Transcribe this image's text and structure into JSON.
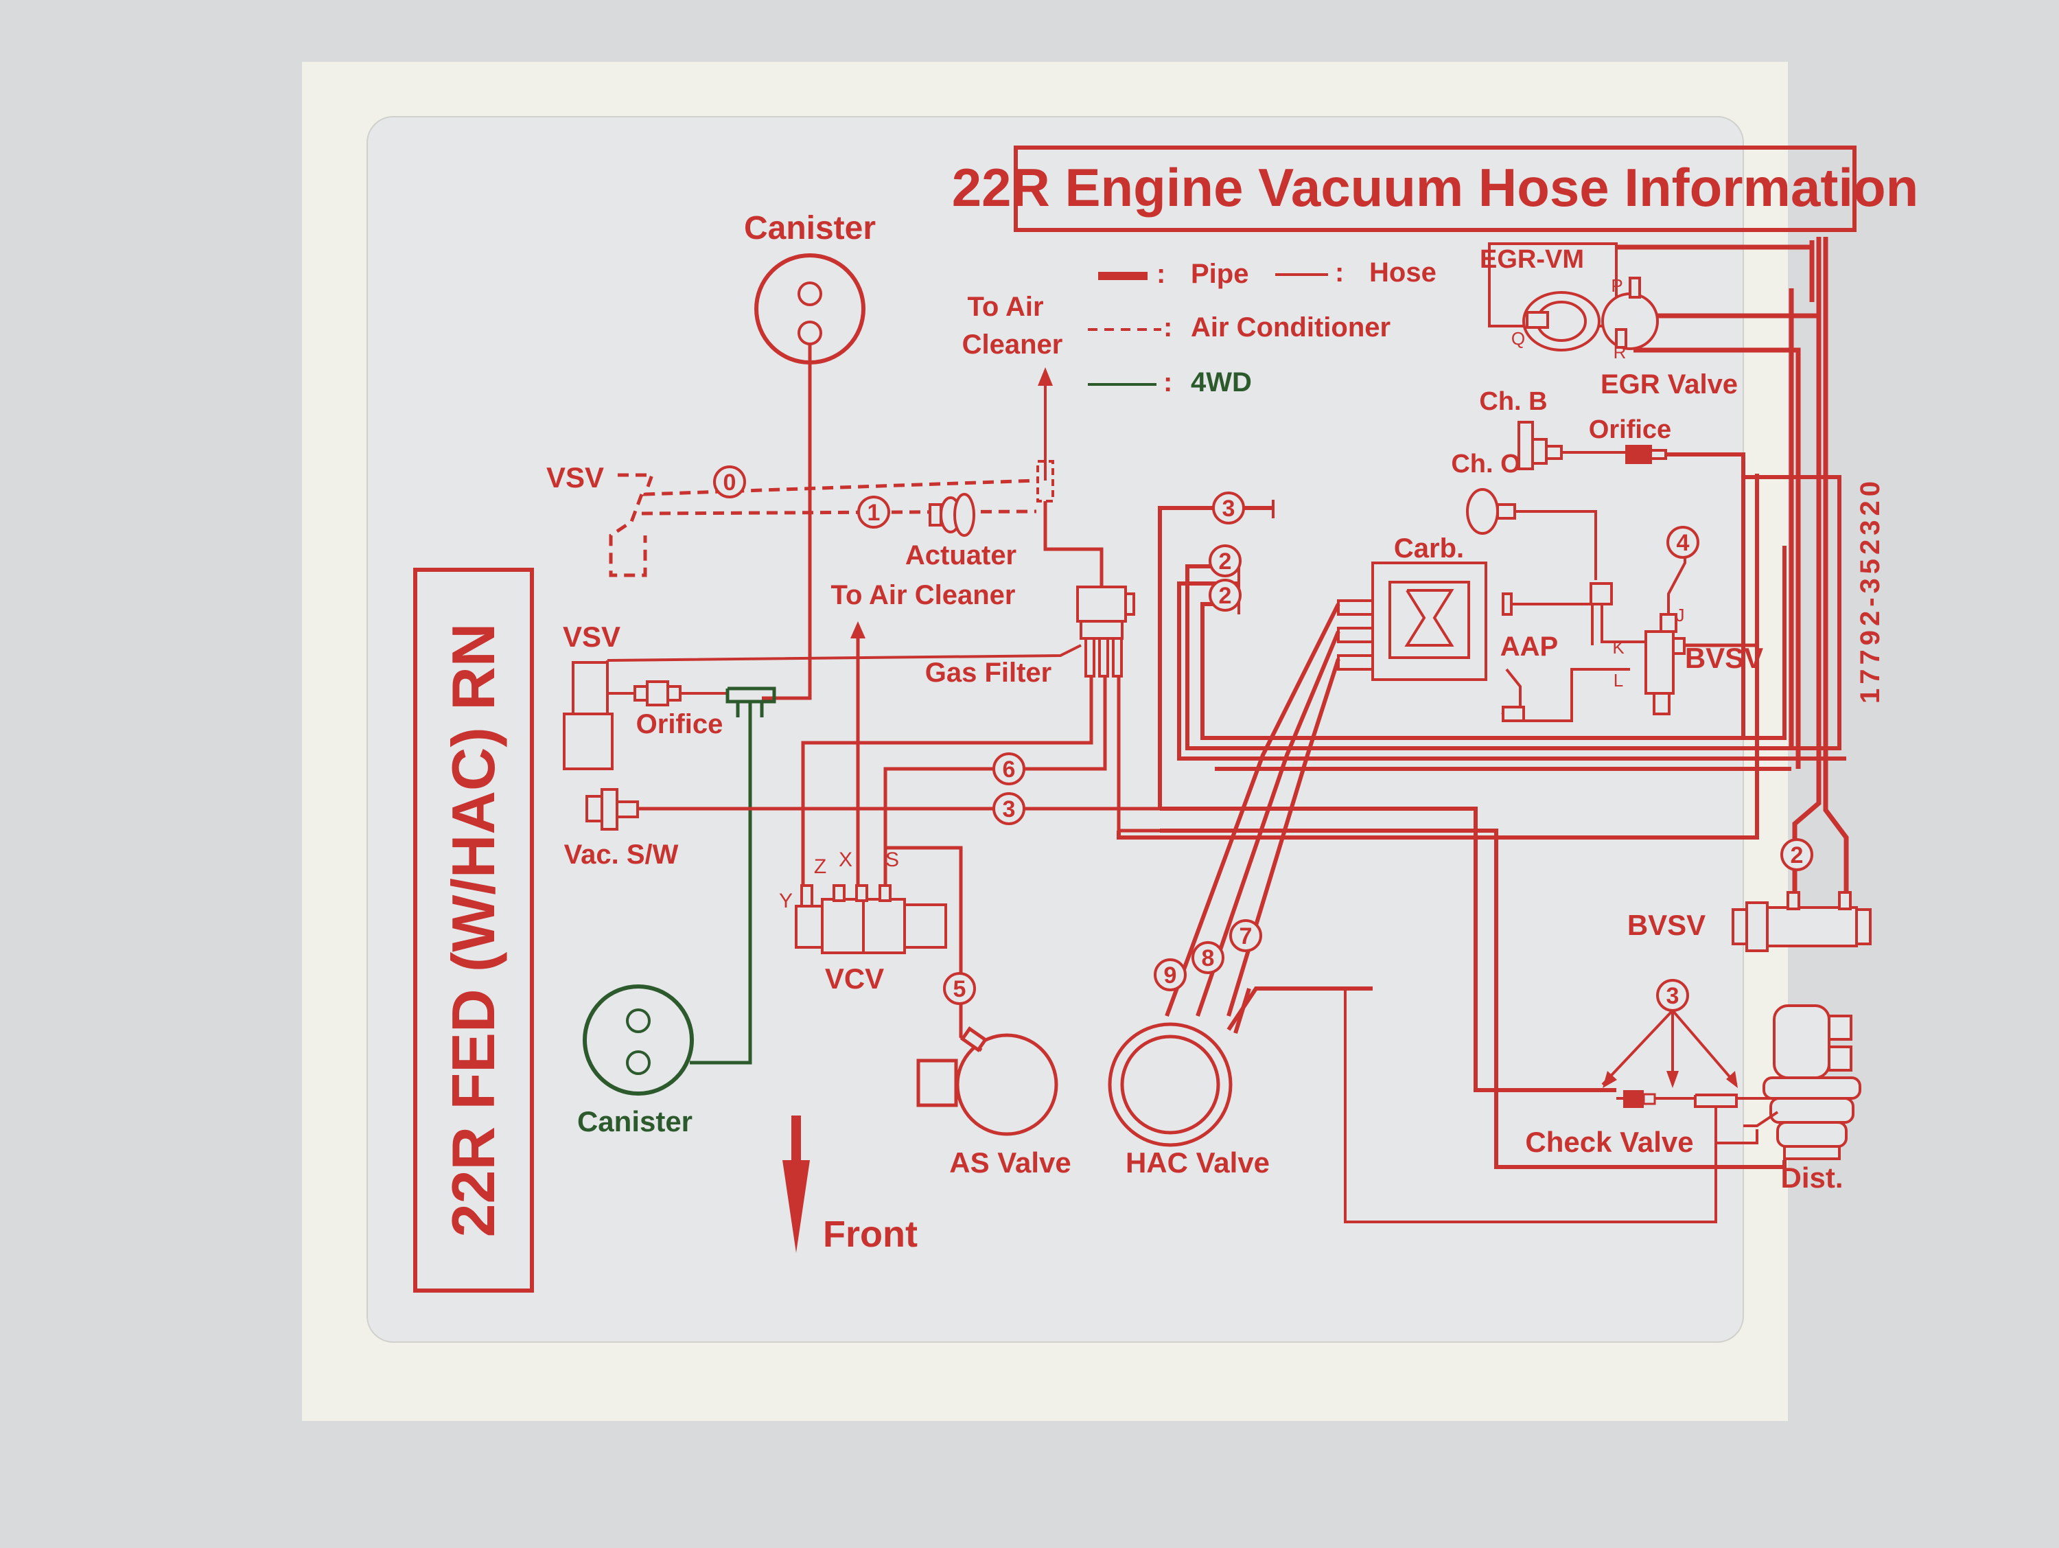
{
  "title": "22R Engine  Vacuum Hose Information",
  "side_title": "22R FED (W/HAC) RN",
  "part_number": "17792-352320",
  "colors": {
    "red": "#c8322f",
    "green": "#2c5a2c",
    "card": "#e6e7e9",
    "backing": "#f1f1ea",
    "background": "#d9dadc"
  },
  "legend": {
    "pipe": "Pipe",
    "hose": "Hose",
    "air_conditioner": "Air Conditioner",
    "fourwd": "4WD",
    "sep": ":"
  },
  "labels": {
    "canister_top": "Canister",
    "canister_bottom": "Canister",
    "to_air_cleaner_top_1": "To  Air",
    "to_air_cleaner_top_2": "Cleaner",
    "vsv_top": "VSV",
    "vsv_mid": "VSV",
    "actuater": "Actuater",
    "to_air_cleaner_mid": "To Air Cleaner",
    "gas_filter": "Gas Filter",
    "orifice_left": "Orifice",
    "vac_sw": "Vac. S/W",
    "vcv": "VCV",
    "as_valve": "AS Valve",
    "hac_valve": "HAC Valve",
    "front": "Front",
    "carb": "Carb.",
    "aap": "AAP",
    "bvsv_right": "BVSV",
    "bvsv_lower": "BVSV",
    "egr_vm": "EGR-VM",
    "egr_valve": "EGR Valve",
    "ch_b": "Ch. B",
    "ch_o": "Ch. O",
    "orifice_right": "Orifice",
    "check_valve": "Check Valve",
    "dist": "Dist.",
    "port_p": "P",
    "port_q": "Q",
    "port_r": "R",
    "port_j": "J",
    "port_k": "K",
    "port_l": "L",
    "port_z": "Z",
    "port_x": "X",
    "port_s": "S",
    "port_y": "Y"
  },
  "hose_numbers": {
    "n0": "0",
    "n1": "1",
    "n2a": "2",
    "n2b": "2",
    "n2c": "2",
    "n3a": "3",
    "n3b": "3",
    "n3c": "3",
    "n4": "4",
    "n5": "5",
    "n6": "6",
    "n7": "7",
    "n8": "8",
    "n9": "9"
  }
}
